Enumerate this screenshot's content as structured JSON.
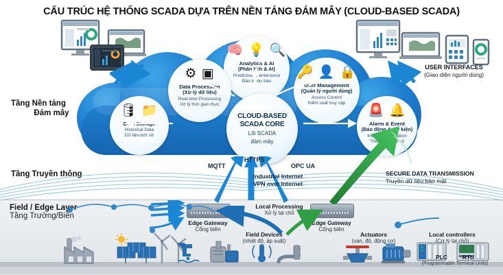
{
  "title": "CẤU TRÚC HỆ THỐNG SCADA DỰA TRÊN NỀN TẢNG ĐÁM MÂY (CLOUD-BASED SCADA)",
  "layers": {
    "cloud": {
      "line1": "Tầng Nền tảng",
      "line2": "Đám mây"
    },
    "communication": {
      "line1": "Tầng Truyền thông"
    },
    "field": {
      "en": "Field / Edge Layer",
      "vi": "Tầng Trường/Biên"
    }
  },
  "core": {
    "title_line1": "CLOUD-BASED",
    "title_line2": "SCADA CORE",
    "sub_line1": "Lõi SCADA",
    "sub_line2": "đám mây"
  },
  "cloud_nodes": [
    {
      "id": "analytics",
      "icons": "brain-icon, lightbulb-icon, magnifier-icon",
      "glyphs": "🧠 💡 🔍",
      "title_en": "Analytics & AI",
      "title_vi": "(Phân tích & AI)",
      "sub_en": "Predictive Maintenance",
      "sub_vi": "Bảo trì dự báo"
    },
    {
      "id": "processing",
      "icons": "gear-icon, chip-icon",
      "glyphs": "⚙ ▣",
      "title_en": "Data Processing",
      "title_vi": "(Xử lý dữ liệu)",
      "sub_en": "Real-time Processing",
      "sub_vi": "Xử lý thời gian thực"
    },
    {
      "id": "users",
      "icons": "key-icon, user-icon, lock-icon",
      "glyphs": "🔑 👤 🔒",
      "title_en": "User Management",
      "title_vi": "(Quản lý người dùng)",
      "sub_en": "Access Control",
      "sub_vi": "Kiểm soát truy cập"
    },
    {
      "id": "storage",
      "icons": "database-icon, folder-icon",
      "glyphs": "🛢 📁",
      "title_en": "Data Storage",
      "title_vi": "",
      "sub_en": "Historical Data",
      "sub_vi": "Dữ liệu lịch sử"
    },
    {
      "id": "alarm",
      "icons": "siren-icon, bell-icon",
      "glyphs": "🚨 🔔",
      "title_en": "Alarm & Event",
      "title_vi": "(Báo động & Sự kiện)",
      "sub_en": "Incident Notification",
      "sub_vi": "Thông báo sự cố"
    }
  ],
  "protocols": {
    "mqtt": "MQTT",
    "https": "HTTPS",
    "opc_ua": "OPC UA",
    "sub_line1": "Industrial Internet",
    "sub_line2": "VPN over Internet"
  },
  "secure": {
    "en": "SECURE DATA TRANSMISSION",
    "vi": "Truyền dữ liệu bảo mật"
  },
  "user_interfaces": {
    "en": "USER INTERFACES",
    "vi": "(Giao diện người dùng)"
  },
  "edge": {
    "gateway_left": {
      "en": "Edge Gateway",
      "vi": "Cổng biên"
    },
    "gateway_right": {
      "en": "Edge Gateway",
      "vi": "Cổng biên"
    },
    "local_processing": {
      "en": "Local Processing",
      "vi": "Xử lý tại chỗ"
    },
    "field_devices": {
      "en": "Field Devices",
      "vi": "(nhiệt độ, áp suất)"
    },
    "actuators": {
      "en": "Actuators",
      "vi": "(van, độ, động cơ)"
    },
    "local_controllers": {
      "en": "Local controllers",
      "vi": "(Cơ lý tại chỗ)"
    },
    "plc": "PLC",
    "rtu": "RTU",
    "plc_rtu_sub": "(Programmable Terminal Units)"
  },
  "colors": {
    "cloud_blue": "#1f7fd0",
    "cloud_blue_dark": "#1565b0",
    "arrow_blue": "#1b86d4",
    "secure_green": "#2f9e44",
    "field_band": "#e7ebee",
    "text_dark": "#101a22"
  }
}
